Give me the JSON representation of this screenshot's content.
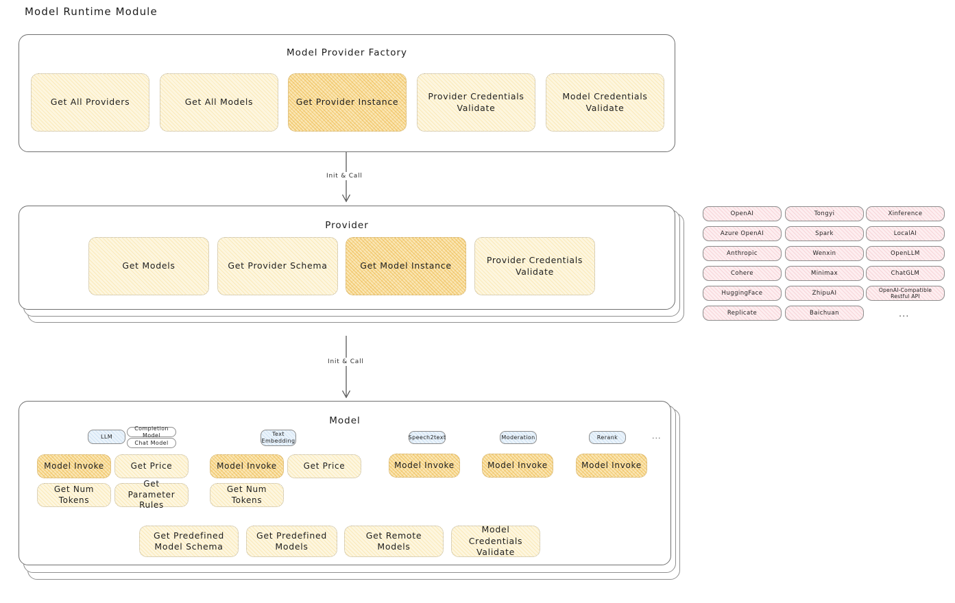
{
  "page": {
    "title": "Model Runtime Module"
  },
  "factory": {
    "title": "Model Provider Factory",
    "nodes": [
      {
        "label": "Get All Providers",
        "highlight": false
      },
      {
        "label": "Get All Models",
        "highlight": false
      },
      {
        "label": "Get Provider Instance",
        "highlight": true
      },
      {
        "label": "Provider Credentials Validate",
        "highlight": false
      },
      {
        "label": "Model Credentials Validate",
        "highlight": false
      }
    ]
  },
  "arrow1": {
    "label": "Init & Call"
  },
  "provider": {
    "title": "Provider",
    "nodes": [
      {
        "label": "Get Models",
        "highlight": false
      },
      {
        "label": "Get Provider Schema",
        "highlight": false
      },
      {
        "label": "Get Model Instance",
        "highlight": true
      },
      {
        "label": "Provider Credentials Validate",
        "highlight": false
      }
    ]
  },
  "provider_list": {
    "columns": [
      [
        "OpenAI",
        "Azure OpenAI",
        "Anthropic",
        "Cohere",
        "HuggingFace",
        "Replicate"
      ],
      [
        "Tongyi",
        "Spark",
        "Wenxin",
        "Minimax",
        "ZhipuAI",
        "Baichuan"
      ],
      [
        "Xinference",
        "LocalAI",
        "OpenLLM",
        "ChatGLM",
        "OpenAI-Compatible Restful API"
      ]
    ],
    "more": "..."
  },
  "arrow2": {
    "label": "Init & Call"
  },
  "model": {
    "title": "Model",
    "more": "...",
    "types": [
      {
        "name": "LLM",
        "subtypes": [
          "Completion Model",
          "Chat Model"
        ],
        "methods": [
          "Model Invoke",
          "Get Price",
          "Get Num Tokens",
          "Get Parameter Rules"
        ],
        "highlighted": [
          "Model Invoke"
        ]
      },
      {
        "name": "Text Embedding",
        "subtypes": [],
        "methods": [
          "Model Invoke",
          "Get Price",
          "Get Num Tokens"
        ],
        "highlighted": [
          "Model Invoke"
        ]
      },
      {
        "name": "Speech2text",
        "subtypes": [],
        "methods": [
          "Model Invoke"
        ],
        "highlighted": [
          "Model Invoke"
        ]
      },
      {
        "name": "Moderation",
        "subtypes": [],
        "methods": [
          "Model Invoke"
        ],
        "highlighted": [
          "Model Invoke"
        ]
      },
      {
        "name": "Rerank",
        "subtypes": [],
        "methods": [
          "Model Invoke"
        ],
        "highlighted": [
          "Model Invoke"
        ]
      }
    ],
    "common_methods": [
      "Get Predefined Model Schema",
      "Get Predefined Models",
      "Get Remote Models",
      "Model Credentials Validate"
    ]
  },
  "colors": {
    "node_fill": "#fdf6df",
    "node_highlight": "#fae6b4",
    "chip_fill": "#fdeef0",
    "badge_fill": "#eaf3fb",
    "border": "#6f6f6f"
  }
}
